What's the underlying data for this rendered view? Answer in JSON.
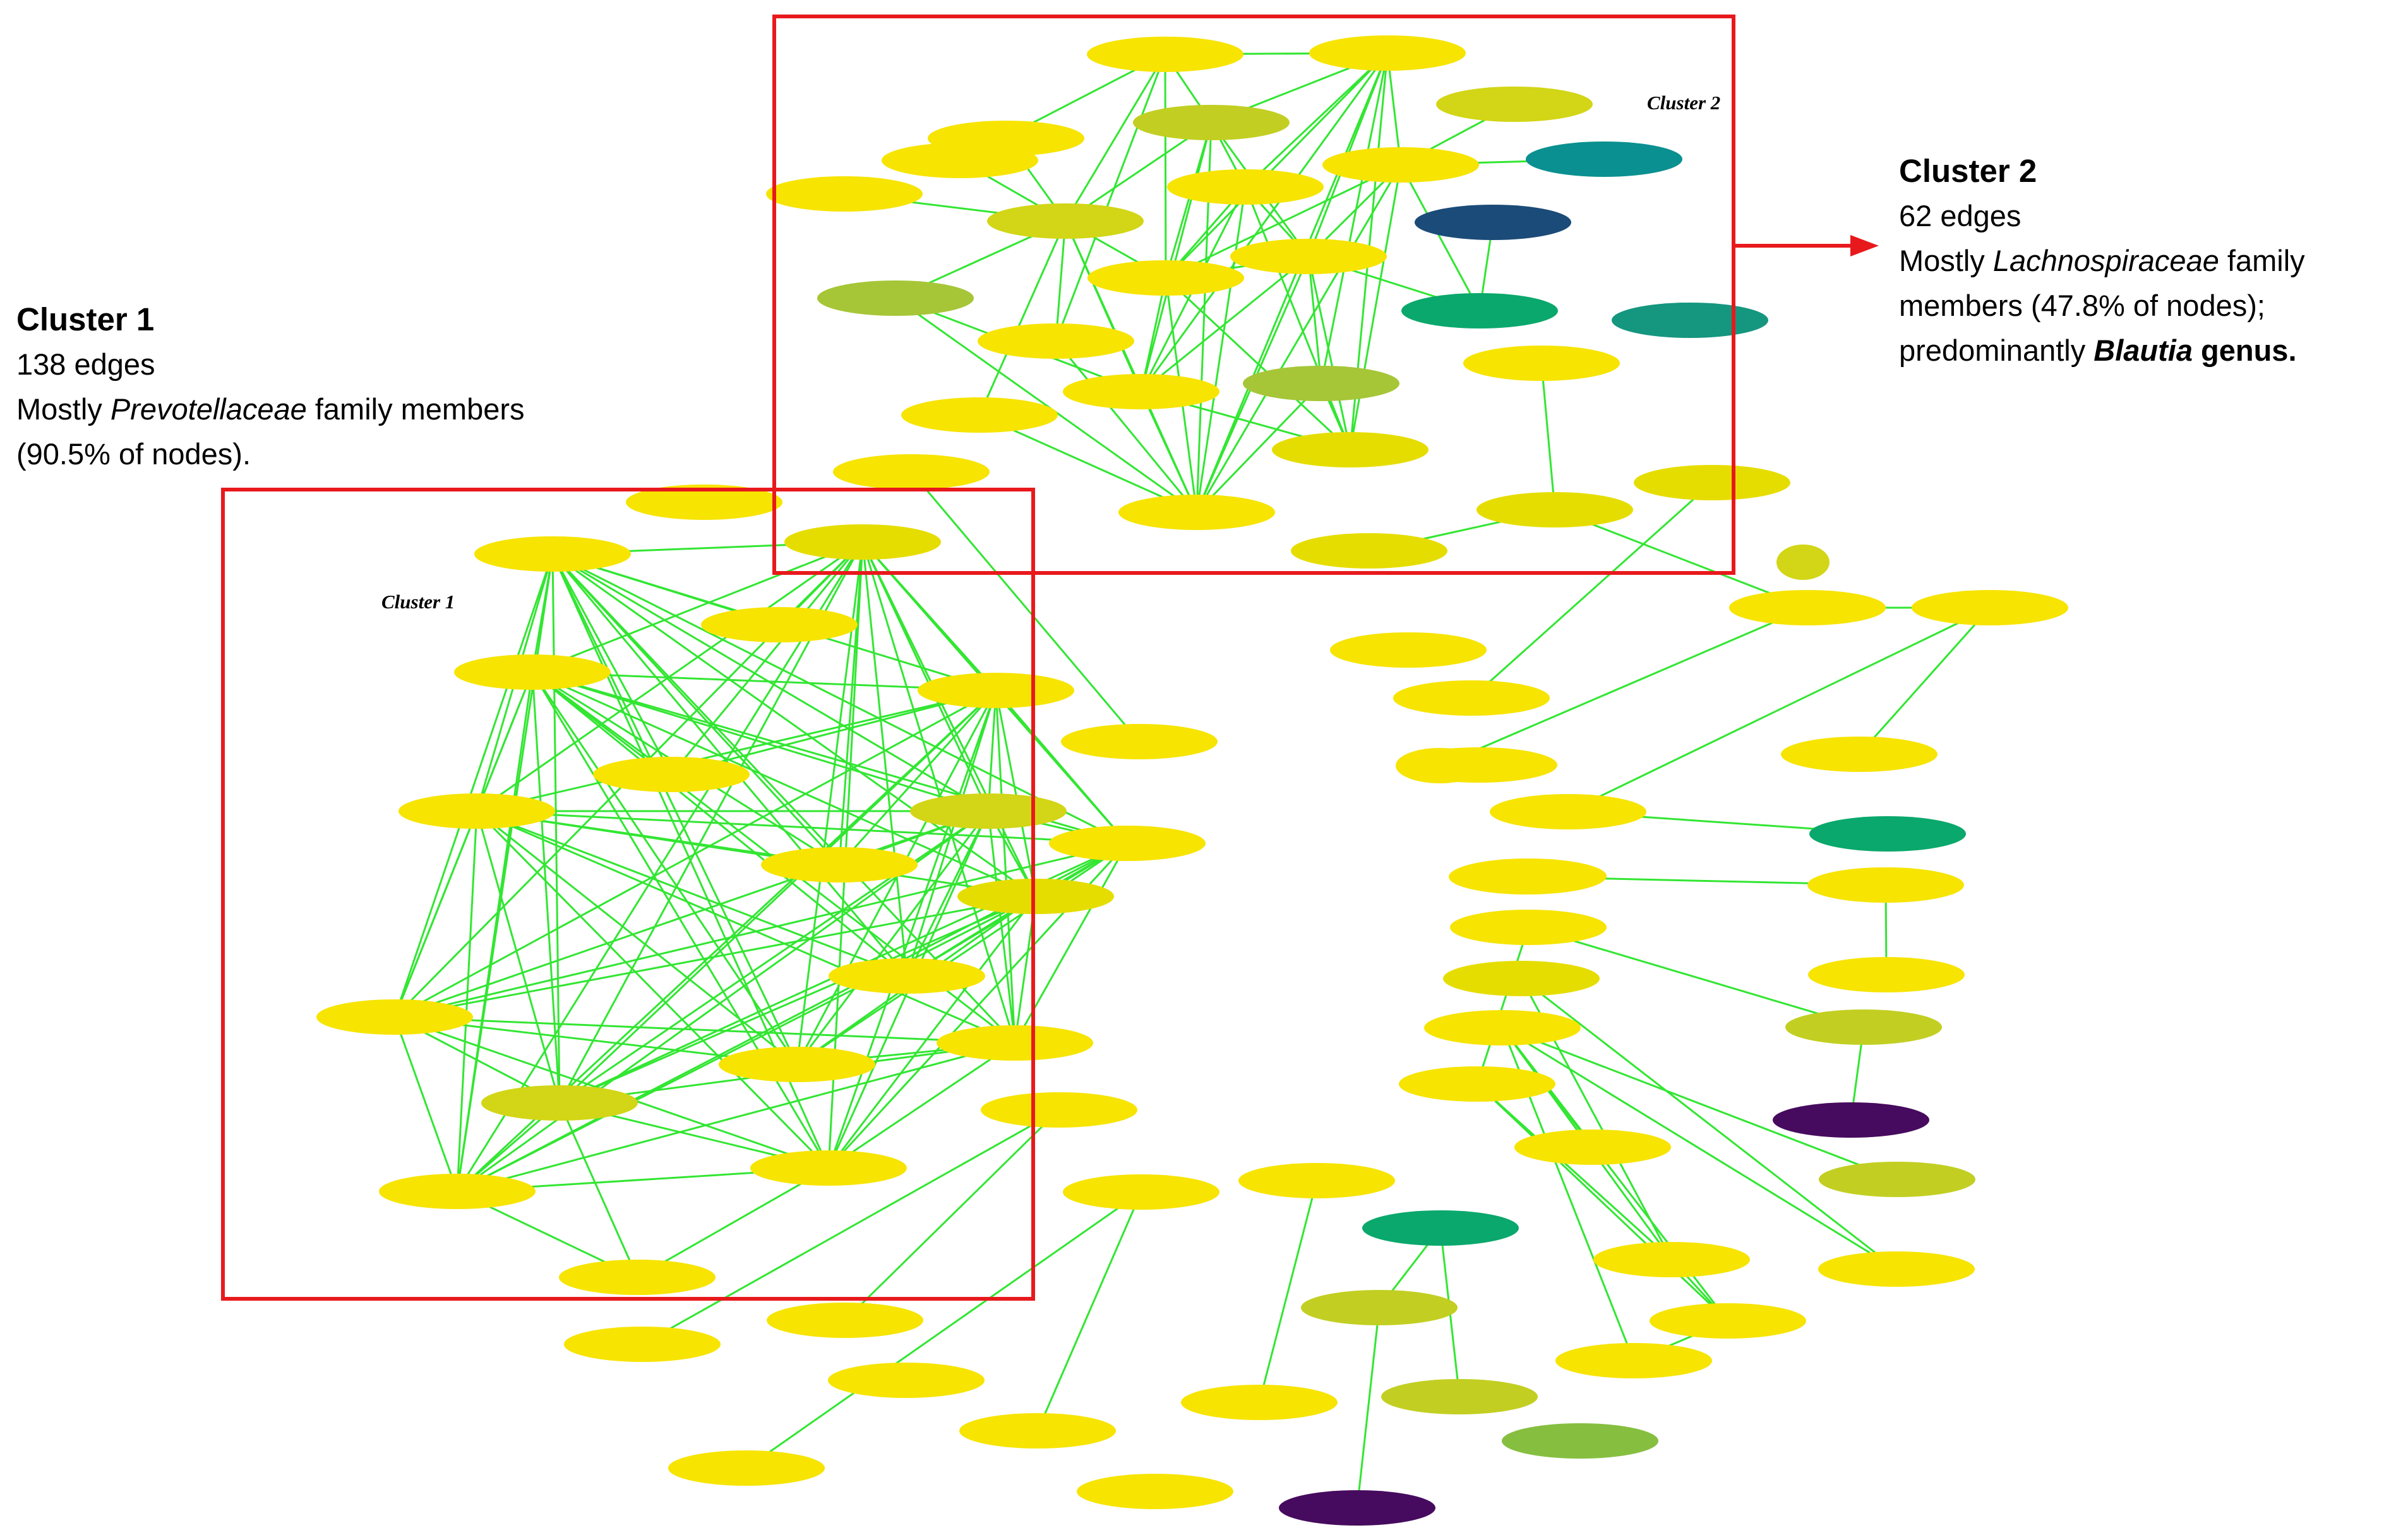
{
  "palette": {
    "edge": "#32e632",
    "box": "#e8191c",
    "yellow": "#f7e400",
    "yellow2": "#e6dd00",
    "olive": "#d2d616",
    "olive2": "#c2cf22",
    "lime": "#a6c637",
    "green": "#86bf40",
    "emerald": "#0aa86c",
    "teal": "#15967f",
    "cyan": "#0a9090",
    "navy": "#1b4b78",
    "purple": "#460b5e"
  },
  "clusters": [
    {
      "id": "cluster-1",
      "label": "Cluster 1"
    },
    {
      "id": "cluster-2",
      "label": "Cluster 2"
    }
  ],
  "annotations": {
    "cluster1": {
      "title": "Cluster 1",
      "edges": "138 edges",
      "line3_a": "Mostly ",
      "line3_b": "Prevotellaceae",
      "line3_c": " family members",
      "line4": "(90.5% of nodes)."
    },
    "cluster2": {
      "title": "Cluster 2",
      "edges": "62 edges",
      "line3_a": "Mostly ",
      "line3_b": "Lachnospiraceae",
      "line3_c": " family",
      "line4": "members (47.8% of nodes);",
      "line5_a": "predominantly ",
      "line5_b": "Blautia",
      "line5_c": " genus."
    }
  },
  "nodes": [
    {
      "id": "c2a",
      "color": "yellow"
    },
    {
      "id": "c2b",
      "color": "yellow"
    },
    {
      "id": "c2c",
      "color": "olive"
    },
    {
      "id": "c2d",
      "color": "olive2"
    },
    {
      "id": "c2e",
      "color": "yellow"
    },
    {
      "id": "c2f",
      "color": "yellow"
    },
    {
      "id": "c2g",
      "color": "yellow"
    },
    {
      "id": "c2h",
      "color": "yellow"
    },
    {
      "id": "c2i",
      "color": "cyan"
    },
    {
      "id": "c2j",
      "color": "olive"
    },
    {
      "id": "c2k",
      "color": "yellow"
    },
    {
      "id": "c2l",
      "color": "navy"
    },
    {
      "id": "c2m",
      "color": "yellow"
    },
    {
      "id": "c2n",
      "color": "yellow"
    },
    {
      "id": "c2o",
      "color": "lime"
    },
    {
      "id": "c2p",
      "color": "emerald"
    },
    {
      "id": "c2q",
      "color": "teal"
    },
    {
      "id": "c2r",
      "color": "yellow"
    },
    {
      "id": "c2s",
      "color": "yellow"
    },
    {
      "id": "c2t",
      "color": "yellow"
    },
    {
      "id": "c2u",
      "color": "lime"
    },
    {
      "id": "c2v",
      "color": "yellow"
    },
    {
      "id": "c2w",
      "color": "yellow2"
    },
    {
      "id": "c2x",
      "color": "yellow"
    },
    {
      "id": "c2y",
      "color": "yellow2"
    },
    {
      "id": "c2z",
      "color": "yellow2"
    },
    {
      "id": "c2aa",
      "color": "yellow"
    },
    {
      "id": "c1a",
      "color": "yellow"
    },
    {
      "id": "c1b",
      "color": "yellow"
    },
    {
      "id": "c1c",
      "color": "yellow2"
    },
    {
      "id": "c1d",
      "color": "yellow2"
    },
    {
      "id": "c1e",
      "color": "yellow"
    },
    {
      "id": "c1f",
      "color": "yellow"
    },
    {
      "id": "c1g",
      "color": "yellow"
    },
    {
      "id": "c1h",
      "color": "yellow"
    },
    {
      "id": "c1i",
      "color": "yellow"
    },
    {
      "id": "c1j",
      "color": "olive"
    },
    {
      "id": "c1k",
      "color": "yellow"
    },
    {
      "id": "c1l",
      "color": "yellow"
    },
    {
      "id": "c1m",
      "color": "yellow2"
    },
    {
      "id": "c1n",
      "color": "yellow"
    },
    {
      "id": "c1o",
      "color": "yellow"
    },
    {
      "id": "c1p",
      "color": "yellow"
    },
    {
      "id": "c1q",
      "color": "yellow"
    },
    {
      "id": "c1r",
      "color": "olive"
    },
    {
      "id": "c1s",
      "color": "yellow"
    },
    {
      "id": "c1t",
      "color": "yellow"
    },
    {
      "id": "o1",
      "color": "yellow"
    },
    {
      "id": "o2",
      "color": "yellow"
    },
    {
      "id": "o3",
      "color": "yellow"
    },
    {
      "id": "o4",
      "color": "yellow"
    },
    {
      "id": "o5",
      "color": "yellow"
    },
    {
      "id": "o6",
      "color": "yellow"
    },
    {
      "id": "o7",
      "color": "yellow"
    },
    {
      "id": "o8",
      "color": "yellow"
    },
    {
      "id": "o9",
      "color": "yellow"
    },
    {
      "id": "o10",
      "color": "yellow"
    },
    {
      "id": "o11",
      "color": "yellow"
    },
    {
      "id": "r1",
      "color": "olive"
    },
    {
      "id": "r2",
      "color": "yellow"
    },
    {
      "id": "r3",
      "color": "yellow"
    },
    {
      "id": "r4",
      "color": "yellow"
    },
    {
      "id": "r5",
      "color": "yellow"
    },
    {
      "id": "r6",
      "color": "yellow"
    },
    {
      "id": "r7",
      "color": "yellow"
    },
    {
      "id": "r8",
      "color": "yellow"
    },
    {
      "id": "r9",
      "color": "yellow"
    },
    {
      "id": "r10",
      "color": "emerald"
    },
    {
      "id": "r11",
      "color": "green"
    },
    {
      "id": "r12",
      "color": "yellow"
    },
    {
      "id": "r13",
      "color": "yellow"
    },
    {
      "id": "r14",
      "color": "yellow"
    },
    {
      "id": "r15",
      "color": "yellow2"
    },
    {
      "id": "r16",
      "color": "olive2"
    },
    {
      "id": "r17",
      "color": "yellow"
    },
    {
      "id": "r18",
      "color": "purple"
    },
    {
      "id": "r19",
      "color": "yellow"
    },
    {
      "id": "r20",
      "color": "olive2"
    },
    {
      "id": "r21",
      "color": "yellow"
    },
    {
      "id": "r22",
      "color": "yellow"
    },
    {
      "id": "r23",
      "color": "yellow"
    },
    {
      "id": "r24",
      "color": "yellow"
    },
    {
      "id": "r25",
      "color": "yellow"
    },
    {
      "id": "b1",
      "color": "yellow"
    },
    {
      "id": "b2",
      "color": "emerald"
    },
    {
      "id": "b3",
      "color": "olive2"
    },
    {
      "id": "b4",
      "color": "yellow"
    },
    {
      "id": "b5",
      "color": "olive2"
    },
    {
      "id": "b6",
      "color": "green"
    },
    {
      "id": "b7",
      "color": "purple"
    },
    {
      "id": "b8",
      "color": "yellow"
    },
    {
      "id": "b9",
      "color": "yellow"
    },
    {
      "id": "b10",
      "color": "yellow"
    },
    {
      "id": "b11",
      "color": "yellow"
    },
    {
      "id": "b12",
      "color": "yellow"
    },
    {
      "id": "b13",
      "color": "yellow"
    },
    {
      "id": "b14",
      "color": "yellow"
    },
    {
      "id": "b15",
      "color": "yellow"
    },
    {
      "id": "b16",
      "color": "yellow"
    }
  ]
}
